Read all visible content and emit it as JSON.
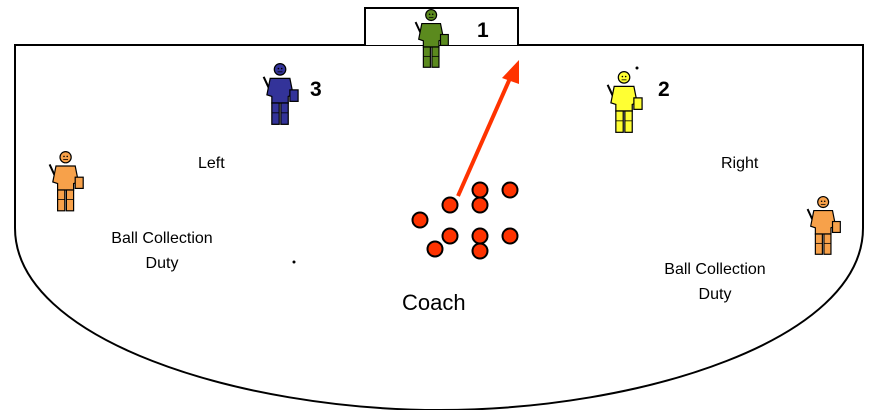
{
  "labels": {
    "left": "Left",
    "right": "Right",
    "duty_left_line1": "Ball Collection",
    "duty_left_line2": "Duty",
    "duty_right_line1": "Ball Collection",
    "duty_right_line2": "Duty",
    "coach": "Coach"
  },
  "goalkeepers": [
    {
      "number": "1",
      "color": "#5b8a1e"
    },
    {
      "number": "2",
      "color": "#ffff33"
    },
    {
      "number": "3",
      "color": "#333399"
    }
  ],
  "ball_collectors": [
    {
      "color": "#f7a14a"
    },
    {
      "color": "#f7a14a"
    }
  ],
  "colors": {
    "ball": "#ff3300",
    "arrow": "#ff3300",
    "line": "#000000"
  },
  "balls_count": 10
}
